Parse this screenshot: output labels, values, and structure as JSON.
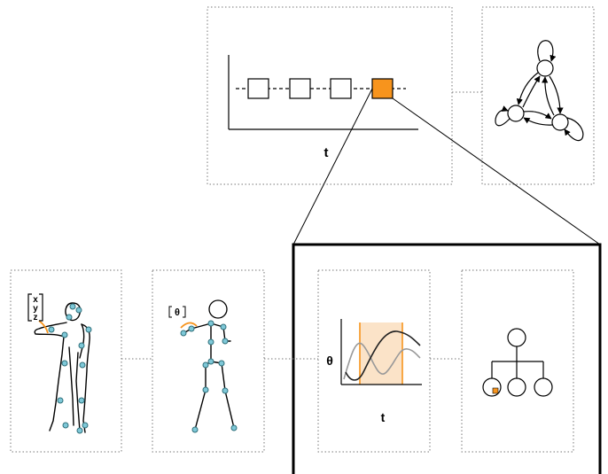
{
  "timeline": {
    "axis_label": "t",
    "states": [
      "empty",
      "empty",
      "empty",
      "highlighted"
    ]
  },
  "signal_panel": {
    "y_label": "θ",
    "x_label": "t"
  },
  "marker_figure": {
    "coord_labels": [
      "x",
      "y",
      "z"
    ]
  },
  "skeleton_figure": {
    "angle_label": "θ"
  },
  "colors": {
    "accent": "#f7941d",
    "highlight_band": "#fbe3c8",
    "marker_dot": "#7ec8d8",
    "dotted_border": "#777777",
    "curve_dark": "#222222",
    "curve_light": "#999999"
  }
}
